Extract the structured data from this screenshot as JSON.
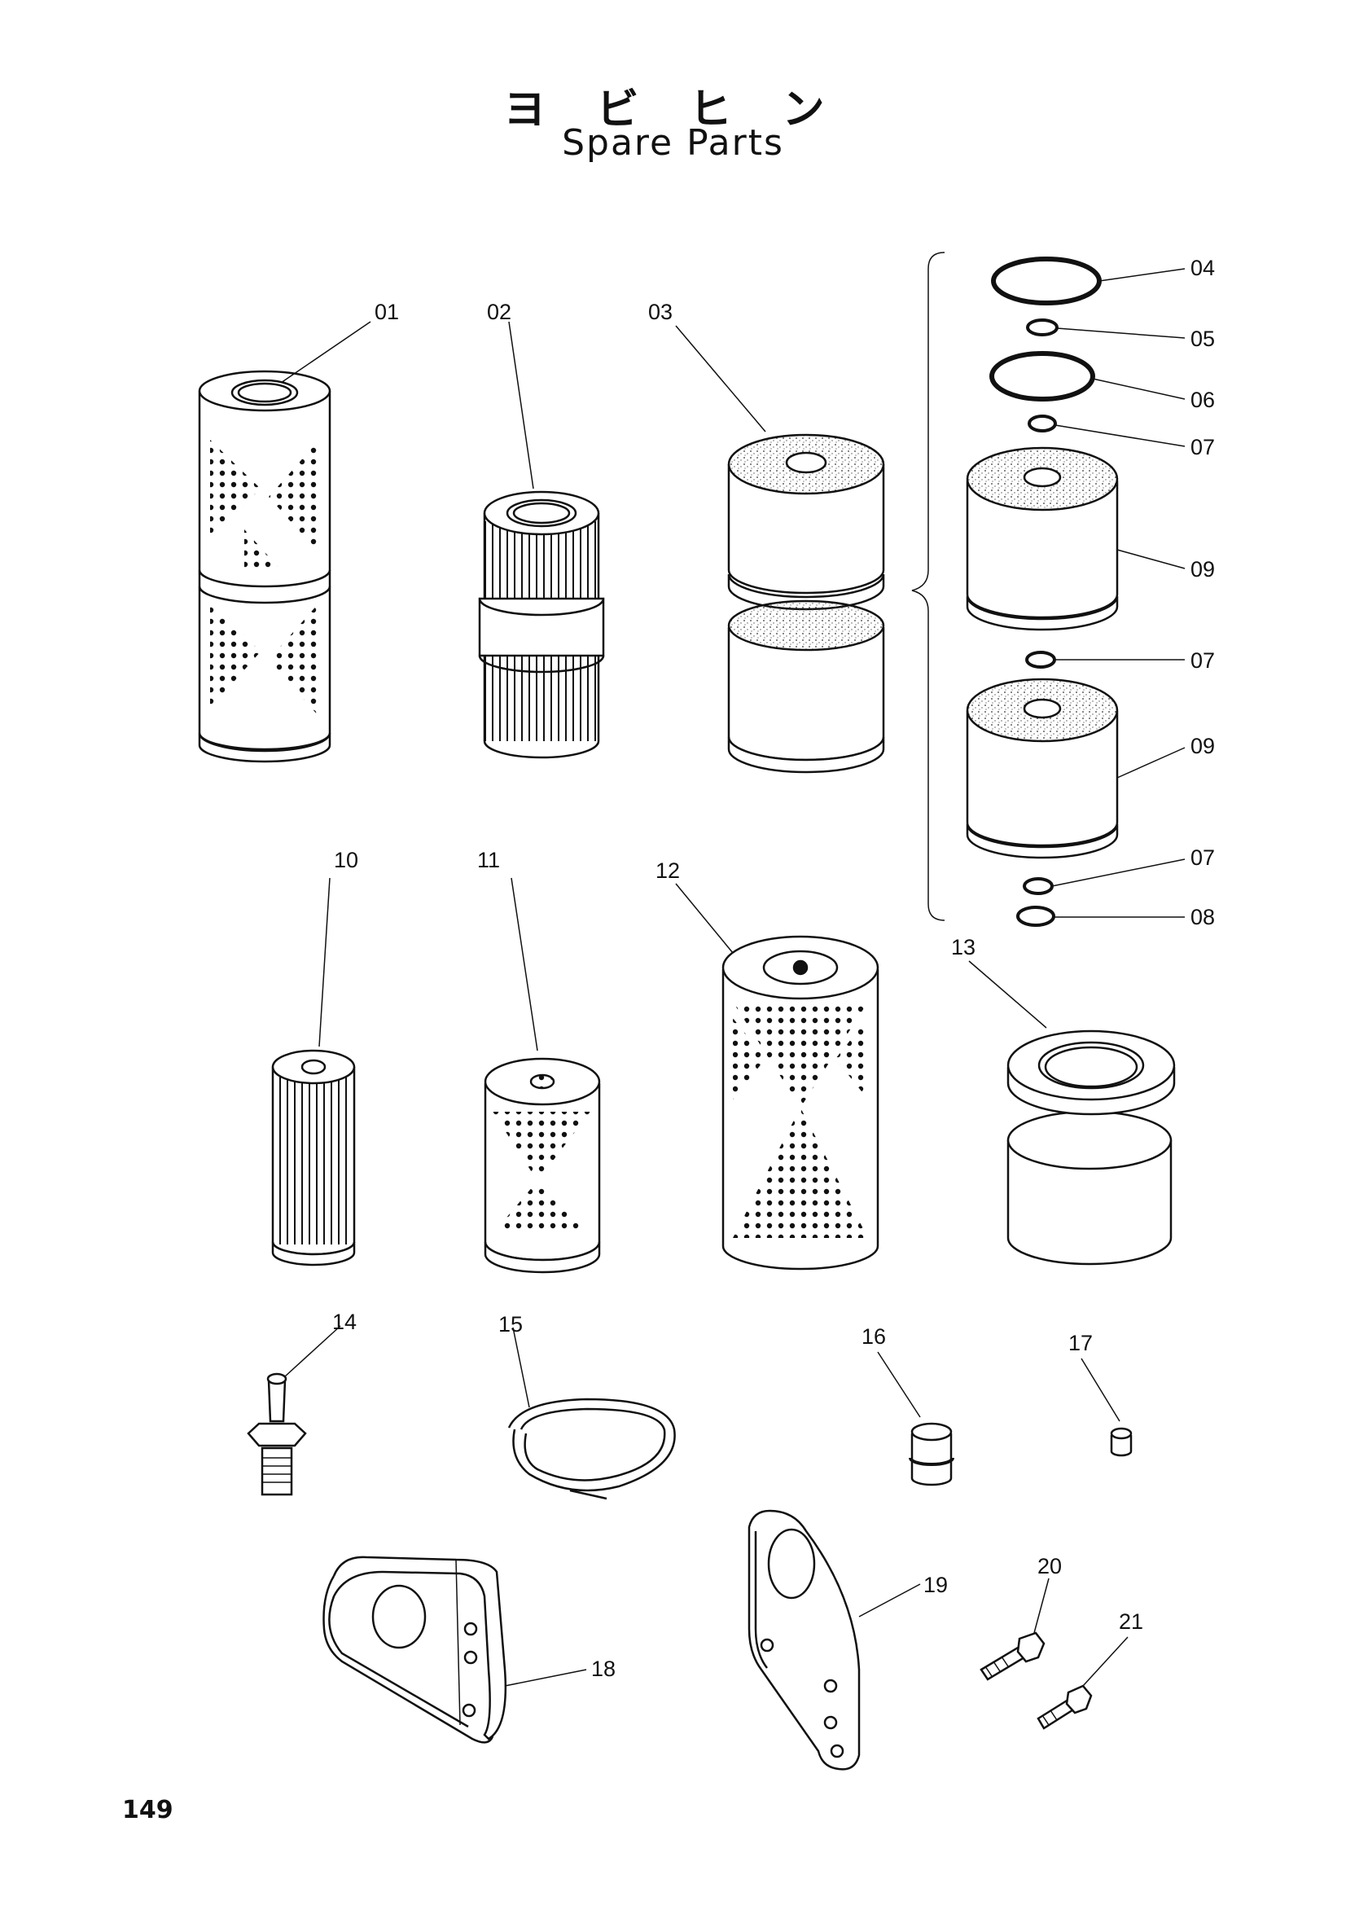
{
  "header": {
    "title_jp": "ヨ ビ ヒ ン",
    "title_en": "Spare Parts"
  },
  "parts": [
    {
      "num": "01",
      "icon": "cartridge-filter-perforated-tall"
    },
    {
      "num": "02",
      "icon": "pleated-filter-element"
    },
    {
      "num": "03",
      "icon": "dual-cartridge-filter"
    },
    {
      "num": "04",
      "icon": "large-o-ring"
    },
    {
      "num": "05",
      "icon": "small-washer"
    },
    {
      "num": "06",
      "icon": "large-o-ring"
    },
    {
      "num": "07",
      "icon": "small-washer"
    },
    {
      "num": "08",
      "icon": "small-washer"
    },
    {
      "num": "09",
      "icon": "cartridge-filter"
    },
    {
      "num": "10",
      "icon": "pleated-filter-element-slim"
    },
    {
      "num": "11",
      "icon": "perforated-filter-element"
    },
    {
      "num": "12",
      "icon": "perforated-filter-element-large"
    },
    {
      "num": "13",
      "icon": "filter-element-with-flange"
    },
    {
      "num": "14",
      "icon": "grease-nipple"
    },
    {
      "num": "15",
      "icon": "hose-tube-coil"
    },
    {
      "num": "16",
      "icon": "plug-cap"
    },
    {
      "num": "17",
      "icon": "small-plug"
    },
    {
      "num": "18",
      "icon": "mounting-bracket"
    },
    {
      "num": "19",
      "icon": "mounting-bracket-plate"
    },
    {
      "num": "20",
      "icon": "hex-bolt"
    },
    {
      "num": "21",
      "icon": "hex-bolt"
    }
  ],
  "labels": {
    "p01": "01",
    "p02": "02",
    "p03": "03",
    "p04": "04",
    "p05": "05",
    "p06": "06",
    "p07a": "07",
    "p09a": "09",
    "p07b": "07",
    "p09b": "09",
    "p07c": "07",
    "p08": "08",
    "p10": "10",
    "p11": "11",
    "p12": "12",
    "p13": "13",
    "p14": "14",
    "p15": "15",
    "p16": "16",
    "p17": "17",
    "p18": "18",
    "p19": "19",
    "p20": "20",
    "p21": "21"
  },
  "page_number": "149"
}
